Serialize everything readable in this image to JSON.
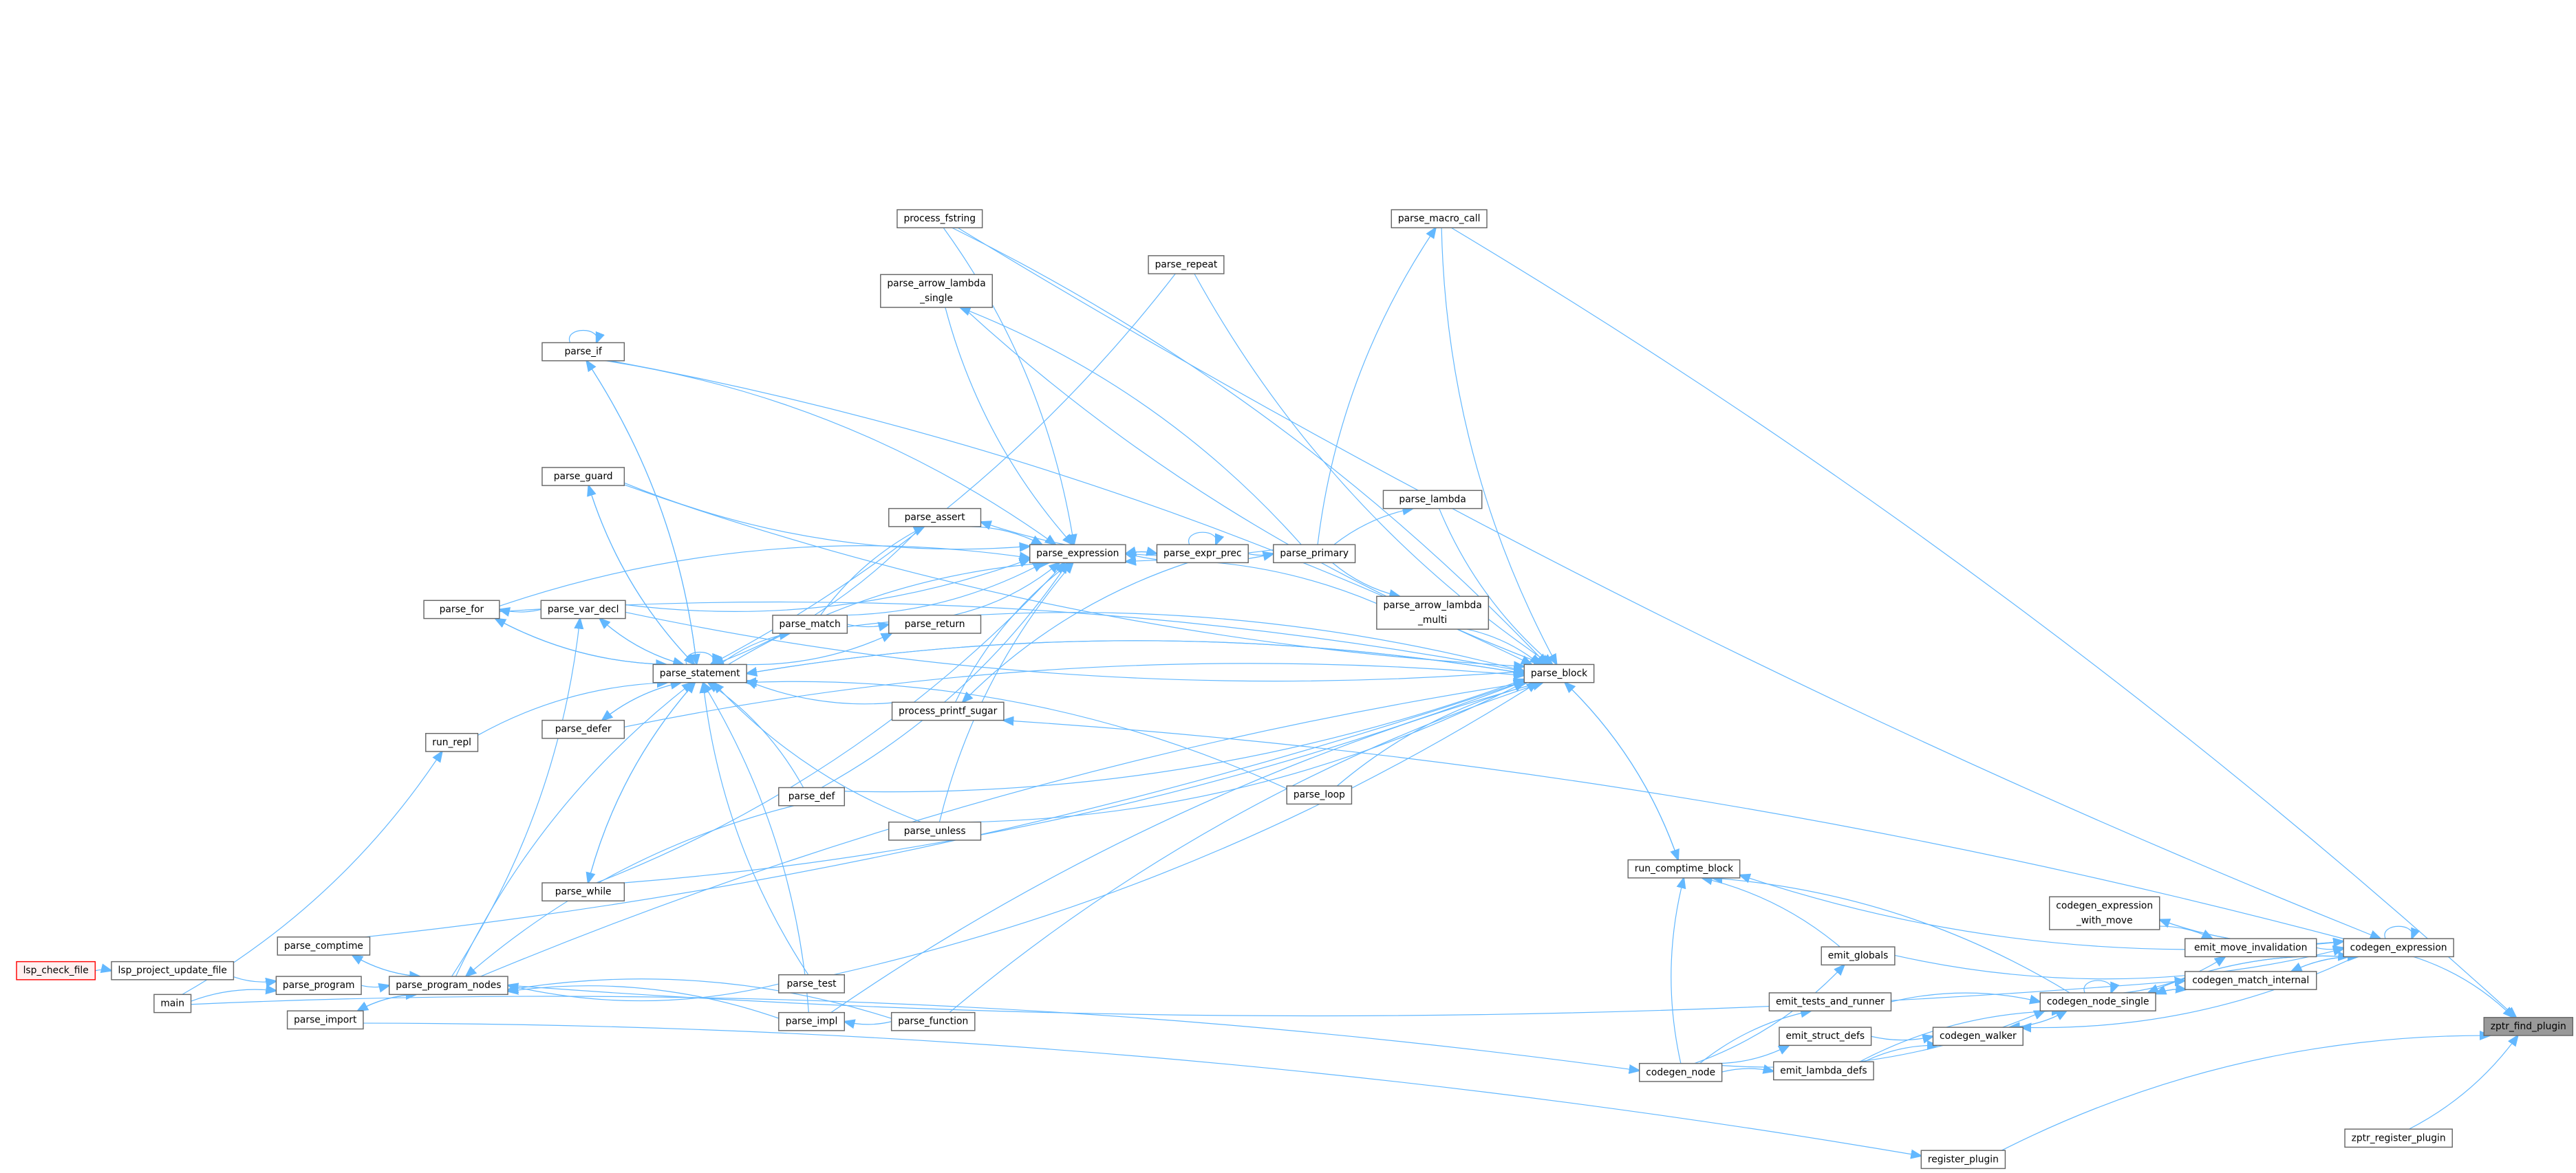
{
  "graph": {
    "type": "caller-graph",
    "colors": {
      "edge": "#63b8ff",
      "node_border": "#666666",
      "focus_fill": "#999999",
      "entry_border": "#ff0000",
      "entry_fill": "#fff0f0"
    },
    "focus_node": "zptr_find_plugin",
    "nodes": {
      "lsp_check_file": [
        "lsp_check_file"
      ],
      "lsp_project_update_file": [
        "lsp_project_update_file"
      ],
      "main": [
        "main"
      ],
      "parse_comptime": [
        "parse_comptime"
      ],
      "parse_program": [
        "parse_program"
      ],
      "parse_import": [
        "parse_import"
      ],
      "parse_program_nodes": [
        "parse_program_nodes"
      ],
      "run_repl": [
        "run_repl"
      ],
      "parse_for": [
        "parse_for"
      ],
      "parse_var_decl": [
        "parse_var_decl"
      ],
      "parse_guard": [
        "parse_guard"
      ],
      "parse_if": [
        "parse_if"
      ],
      "parse_defer": [
        "parse_defer"
      ],
      "parse_while": [
        "parse_while"
      ],
      "parse_statement": [
        "parse_statement"
      ],
      "parse_match": [
        "parse_match"
      ],
      "parse_assert": [
        "parse_assert"
      ],
      "parse_return": [
        "parse_return"
      ],
      "process_printf_sugar": [
        "process_printf_sugar"
      ],
      "parse_def": [
        "parse_def"
      ],
      "parse_unless": [
        "parse_unless"
      ],
      "parse_test": [
        "parse_test"
      ],
      "parse_impl": [
        "parse_impl"
      ],
      "parse_function": [
        "parse_function"
      ],
      "process_fstring": [
        "process_fstring"
      ],
      "parse_arrow_lambda_single": [
        "parse_arrow_lambda",
        "_single"
      ],
      "parse_expression": [
        "parse_expression"
      ],
      "parse_expr_prec": [
        "parse_expr_prec"
      ],
      "parse_primary": [
        "parse_primary"
      ],
      "parse_lambda": [
        "parse_lambda"
      ],
      "parse_arrow_lambda_multi": [
        "parse_arrow_lambda",
        "_multi"
      ],
      "parse_macro_call": [
        "parse_macro_call"
      ],
      "parse_repeat": [
        "parse_repeat"
      ],
      "parse_loop": [
        "parse_loop"
      ],
      "parse_block": [
        "parse_block"
      ],
      "run_comptime_block": [
        "run_comptime_block"
      ],
      "emit_globals": [
        "emit_globals"
      ],
      "emit_tests_and_runner": [
        "emit_tests_and_runner"
      ],
      "emit_struct_defs": [
        "emit_struct_defs"
      ],
      "emit_lambda_defs": [
        "emit_lambda_defs"
      ],
      "codegen_node": [
        "codegen_node"
      ],
      "codegen_walker": [
        "codegen_walker"
      ],
      "codegen_node_single": [
        "codegen_node_single"
      ],
      "codegen_expression_with_move": [
        "codegen_expression",
        "_with_move"
      ],
      "emit_move_invalidation": [
        "emit_move_invalidation"
      ],
      "codegen_match_internal": [
        "codegen_match_internal"
      ],
      "codegen_expression": [
        "codegen_expression"
      ],
      "zptr_find_plugin": [
        "zptr_find_plugin"
      ],
      "zptr_register_plugin": [
        "zptr_register_plugin"
      ],
      "register_plugin": [
        "register_plugin"
      ]
    },
    "edges": [
      [
        "lsp_check_file",
        "lsp_project_update_file"
      ],
      [
        "lsp_project_update_file",
        "parse_program"
      ],
      [
        "main",
        "parse_program"
      ],
      [
        "main",
        "run_repl"
      ],
      [
        "main",
        "codegen_node"
      ],
      [
        "parse_comptime",
        "parse_program_nodes"
      ],
      [
        "parse_program_nodes",
        "parse_comptime"
      ],
      [
        "parse_program",
        "parse_program_nodes"
      ],
      [
        "parse_import",
        "parse_program_nodes"
      ],
      [
        "parse_program_nodes",
        "parse_import"
      ],
      [
        "parse_import",
        "register_plugin"
      ],
      [
        "parse_comptime",
        "parse_block"
      ],
      [
        "parse_program_nodes",
        "parse_statement"
      ],
      [
        "parse_program_nodes",
        "parse_var_decl"
      ],
      [
        "parse_program_nodes",
        "parse_block"
      ],
      [
        "parse_program_nodes",
        "codegen_match_internal"
      ],
      [
        "run_repl",
        "parse_statement"
      ],
      [
        "parse_statement",
        "parse_if"
      ],
      [
        "parse_if",
        "parse_statement"
      ],
      [
        "parse_if",
        "parse_if"
      ],
      [
        "parse_statement",
        "parse_guard"
      ],
      [
        "parse_guard",
        "parse_statement"
      ],
      [
        "parse_statement",
        "parse_var_decl"
      ],
      [
        "parse_var_decl",
        "parse_statement"
      ],
      [
        "parse_statement",
        "parse_for"
      ],
      [
        "parse_for",
        "parse_statement"
      ],
      [
        "parse_var_decl",
        "parse_for"
      ],
      [
        "parse_statement",
        "parse_defer"
      ],
      [
        "parse_defer",
        "parse_statement"
      ],
      [
        "parse_statement",
        "parse_while"
      ],
      [
        "parse_while",
        "parse_statement"
      ],
      [
        "parse_statement",
        "parse_statement"
      ],
      [
        "parse_statement",
        "parse_match"
      ],
      [
        "parse_statement",
        "parse_return"
      ],
      [
        "parse_assert",
        "parse_statement"
      ],
      [
        "parse_def",
        "parse_statement"
      ],
      [
        "parse_test",
        "parse_statement"
      ],
      [
        "parse_impl",
        "parse_statement"
      ],
      [
        "parse_unless",
        "parse_statement"
      ],
      [
        "parse_loop",
        "parse_statement"
      ],
      [
        "process_printf_sugar",
        "parse_statement"
      ],
      [
        "parse_def",
        "parse_program_nodes"
      ],
      [
        "parse_test",
        "parse_program_nodes"
      ],
      [
        "parse_impl",
        "parse_program_nodes"
      ],
      [
        "parse_function",
        "parse_impl"
      ],
      [
        "parse_function",
        "parse_program_nodes"
      ],
      [
        "parse_if",
        "parse_expression"
      ],
      [
        "parse_guard",
        "parse_expression"
      ],
      [
        "parse_for",
        "parse_expression"
      ],
      [
        "parse_var_decl",
        "parse_expression"
      ],
      [
        "parse_statement",
        "parse_expression"
      ],
      [
        "parse_match",
        "parse_expression"
      ],
      [
        "parse_assert",
        "parse_expression"
      ],
      [
        "parse_return",
        "parse_expression"
      ],
      [
        "process_printf_sugar",
        "parse_expression"
      ],
      [
        "parse_def",
        "parse_expression"
      ],
      [
        "parse_unless",
        "parse_expression"
      ],
      [
        "parse_while",
        "parse_expression"
      ],
      [
        "process_fstring",
        "parse_expression"
      ],
      [
        "parse_arrow_lambda_single",
        "parse_expression"
      ],
      [
        "parse_expression",
        "parse_expr_prec"
      ],
      [
        "parse_expr_prec",
        "parse_expression"
      ],
      [
        "parse_expr_prec",
        "parse_expr_prec"
      ],
      [
        "parse_expr_prec",
        "parse_primary"
      ],
      [
        "parse_primary",
        "parse_expression"
      ],
      [
        "parse_expr_prec",
        "process_printf_sugar"
      ],
      [
        "parse_primary",
        "parse_lambda"
      ],
      [
        "parse_primary",
        "parse_arrow_lambda_multi"
      ],
      [
        "parse_primary",
        "parse_macro_call"
      ],
      [
        "parse_primary",
        "parse_arrow_lambda_single"
      ],
      [
        "parse_primary",
        "parse_assert"
      ],
      [
        "parse_arrow_lambda_multi",
        "parse_expression"
      ],
      [
        "parse_match",
        "parse_assert"
      ],
      [
        "parse_match",
        "parse_return"
      ],
      [
        "parse_if",
        "parse_block"
      ],
      [
        "parse_guard",
        "parse_block"
      ],
      [
        "parse_for",
        "parse_block"
      ],
      [
        "parse_var_decl",
        "parse_block"
      ],
      [
        "parse_defer",
        "parse_block"
      ],
      [
        "parse_while",
        "parse_block"
      ],
      [
        "parse_statement",
        "parse_block"
      ],
      [
        "parse_def",
        "parse_block"
      ],
      [
        "parse_match",
        "parse_block"
      ],
      [
        "parse_lambda",
        "parse_block"
      ],
      [
        "parse_arrow_lambda_multi",
        "parse_block"
      ],
      [
        "parse_repeat",
        "parse_block"
      ],
      [
        "parse_loop",
        "parse_block"
      ],
      [
        "parse_unless",
        "parse_block"
      ],
      [
        "parse_function",
        "parse_block"
      ],
      [
        "parse_test",
        "parse_block"
      ],
      [
        "parse_impl",
        "parse_block"
      ],
      [
        "parse_macro_call",
        "parse_block"
      ],
      [
        "process_fstring",
        "parse_block"
      ],
      [
        "parse_arrow_lambda_single",
        "parse_block"
      ],
      [
        "parse_repeat",
        "parse_statement"
      ],
      [
        "parse_block",
        "parse_statement"
      ],
      [
        "parse_block",
        "run_comptime_block"
      ],
      [
        "run_comptime_block",
        "parse_block"
      ],
      [
        "parse_macro_call",
        "zptr_find_plugin"
      ],
      [
        "process_fstring",
        "codegen_expression"
      ],
      [
        "codegen_expression",
        "run_comptime_block"
      ],
      [
        "codegen_expression",
        "process_printf_sugar"
      ],
      [
        "codegen_expression",
        "zptr_find_plugin"
      ],
      [
        "codegen_expression",
        "codegen_expression"
      ],
      [
        "codegen_expression",
        "codegen_expression_with_move"
      ],
      [
        "codegen_expression_with_move",
        "codegen_expression"
      ],
      [
        "codegen_expression_with_move",
        "emit_move_invalidation"
      ],
      [
        "emit_move_invalidation",
        "codegen_expression"
      ],
      [
        "codegen_match_internal",
        "codegen_expression"
      ],
      [
        "codegen_expression",
        "codegen_match_internal"
      ],
      [
        "codegen_node_single",
        "codegen_expression"
      ],
      [
        "codegen_expression",
        "codegen_node_single"
      ],
      [
        "codegen_expression",
        "codegen_walker"
      ],
      [
        "emit_globals",
        "codegen_expression"
      ],
      [
        "codegen_node_single",
        "codegen_node_single"
      ],
      [
        "codegen_node_single",
        "run_comptime_block"
      ],
      [
        "emit_tests_and_runner",
        "codegen_node_single"
      ],
      [
        "codegen_walker",
        "codegen_node_single"
      ],
      [
        "codegen_node_single",
        "codegen_walker"
      ],
      [
        "codegen_node",
        "codegen_node_single"
      ],
      [
        "emit_lambda_defs",
        "codegen_node_single"
      ],
      [
        "codegen_node_single",
        "emit_move_invalidation"
      ],
      [
        "codegen_node_single",
        "codegen_match_internal"
      ],
      [
        "codegen_match_internal",
        "codegen_node_single"
      ],
      [
        "codegen_node",
        "run_comptime_block"
      ],
      [
        "codegen_node",
        "emit_globals"
      ],
      [
        "codegen_node",
        "emit_tests_and_runner"
      ],
      [
        "codegen_node",
        "emit_struct_defs"
      ],
      [
        "codegen_node",
        "emit_lambda_defs"
      ],
      [
        "emit_struct_defs",
        "codegen_walker"
      ],
      [
        "emit_lambda_defs",
        "codegen_walker"
      ],
      [
        "emit_globals",
        "run_comptime_block"
      ],
      [
        "register_plugin",
        "zptr_find_plugin"
      ],
      [
        "zptr_register_plugin",
        "zptr_find_plugin"
      ]
    ]
  }
}
